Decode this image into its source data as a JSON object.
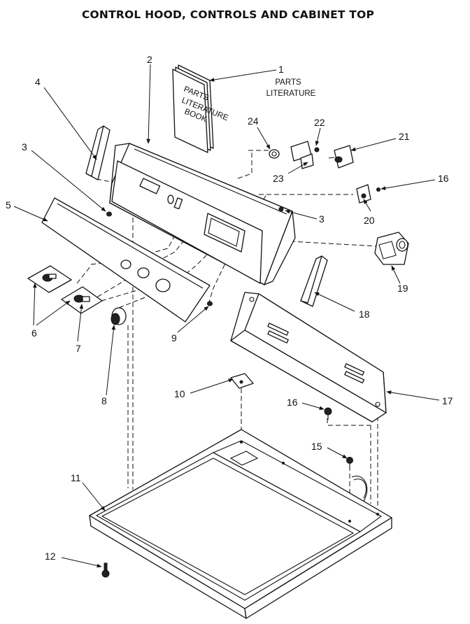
{
  "title": "CONTROL HOOD, CONTROLS AND CABINET TOP",
  "book_text": [
    "PARTS",
    "LITERATURE",
    "BOOK"
  ],
  "callouts": [
    {
      "id": "1",
      "number": "1",
      "label_lines": [
        "PARTS",
        "LITERATURE"
      ]
    },
    {
      "id": "2",
      "number": "2"
    },
    {
      "id": "3a",
      "number": "3"
    },
    {
      "id": "3b",
      "number": "3"
    },
    {
      "id": "4",
      "number": "4"
    },
    {
      "id": "5",
      "number": "5"
    },
    {
      "id": "6",
      "number": "6"
    },
    {
      "id": "7",
      "number": "7"
    },
    {
      "id": "8",
      "number": "8"
    },
    {
      "id": "9",
      "number": "9"
    },
    {
      "id": "10",
      "number": "10"
    },
    {
      "id": "11",
      "number": "11"
    },
    {
      "id": "12",
      "number": "12"
    },
    {
      "id": "15",
      "number": "15"
    },
    {
      "id": "16a",
      "number": "16"
    },
    {
      "id": "16b",
      "number": "16"
    },
    {
      "id": "17",
      "number": "17"
    },
    {
      "id": "18",
      "number": "18"
    },
    {
      "id": "19",
      "number": "19"
    },
    {
      "id": "20",
      "number": "20"
    },
    {
      "id": "21",
      "number": "21"
    },
    {
      "id": "22",
      "number": "22"
    },
    {
      "id": "23",
      "number": "23"
    },
    {
      "id": "24",
      "number": "24"
    }
  ]
}
